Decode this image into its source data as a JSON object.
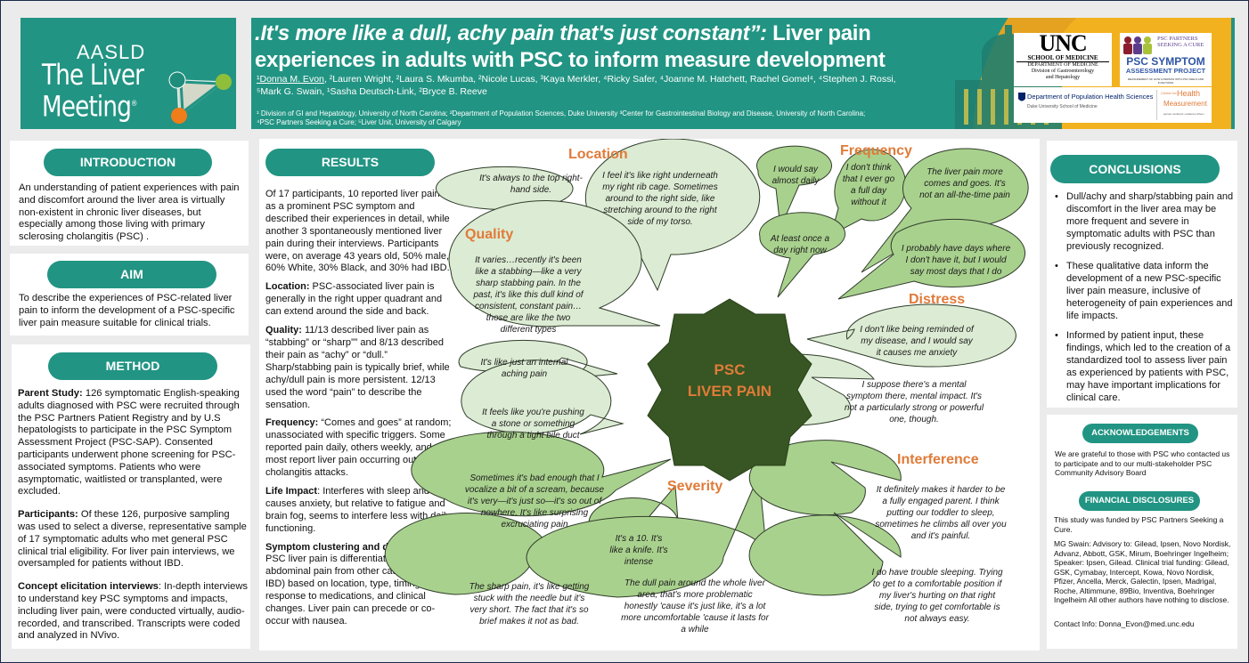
{
  "header": {
    "logo": {
      "line1": "AASLD",
      "line2": "The Liver",
      "line3": "Meeting",
      "reg": "®"
    },
    "title_italic": ".It's more like a dull, achy pain that's just constant”:",
    "title_rest": " Liver pain experiences in adults with PSC to inform measure development",
    "authors_first": "¹Donna M. Evon",
    "authors_rest": ", ²Lauren Wright, ²Laura S. Mkumba, ²Nicole Lucas, ³Kaya Merkler, ⁴Ricky Safer, ⁴Joanne M. Hatchett, Rachel Gomel⁴, ⁴Stephen J. Rossi, ⁵Mark G. Swain, ¹Sasha Deutsch-Link, ²Bryce B. Reeve",
    "affiliations": "¹ Division of GI and Hepatology, University of North Carolina; ²Department of Population Sciences, Duke University ³Center for Gastrointestinal Biology and Disease, University of North Carolina; ⁴PSC Partners Seeking a Cure; ⁵Liver Unit, University of Calgary",
    "partner_logos": {
      "unc": {
        "big": "UNC",
        "line1": "SCHOOL OF MEDICINE",
        "line2": "DEPARTMENT OF MEDICINE",
        "line3": "Division of Gastroenterology",
        "line4": "and Hepatology"
      },
      "psc": {
        "line1": "PSC PARTNERS",
        "line2": "SEEKING A CURE",
        "line3": "PSC SYMPTOM",
        "line4": "ASSESSMENT PROJECT",
        "tagline": "MEASUREMENT OF HOW A PERSON WITH PSC FEELS AND FUNCTIONS"
      },
      "duke": {
        "line1": "Department of Population Health Sciences",
        "line2": "Duke University School of Medicine"
      },
      "chm": {
        "line1": "Center for",
        "line2": "Health",
        "line3": "Measurement",
        "tagline": "person centered • evidence driven"
      }
    }
  },
  "introduction": {
    "heading": "INTRODUCTION",
    "text": "An understanding of patient experiences with pain and discomfort around the liver area is virtually non-existent in chronic liver diseases, but especially among those living with primary sclerosing cholangitis (PSC) ."
  },
  "aim": {
    "heading": "AIM",
    "text": "To describe the experiences of PSC-related liver pain to inform the development of a PSC-specific liver pain measure suitable for clinical trials."
  },
  "method": {
    "heading": "METHOD",
    "paragraphs": [
      {
        "label": "Parent Study:",
        "text": " 126 symptomatic English-speaking adults diagnosed with PSC were recruited through the PSC Partners Patient Registry and by U.S hepatologists to participate in the PSC Symptom Assessment Project (PSC-SAP). Consented participants underwent phone screening for PSC-associated symptoms. Patients who were asymptomatic, waitlisted or transplanted, were excluded."
      },
      {
        "label": "Participants:",
        "text": " Of these 126, purposive sampling was used to select a diverse, representative sample of 17 symptomatic adults who met general PSC clinical trial eligibility. For liver pain interviews, we oversampled for patients without IBD."
      },
      {
        "label": "Concept elicitation interviews",
        "text": ": In-depth interviews to understand key PSC symptoms and impacts, including liver pain, were conducted virtually, audio-recorded, and transcribed. Transcripts were coded and analyzed in NVivo."
      }
    ]
  },
  "results": {
    "heading": "RESULTS",
    "intro": "Of 17 participants, 10 reported liver pain as a prominent PSC symptom and described their experiences in detail, while another 3 spontaneously mentioned liver pain during their interviews. Participants were, on average 43 years old, 50% male, 60% White, 30% Black, and 30% had IBD.",
    "paragraphs": [
      {
        "label": "Location:",
        "text": " PSC-associated liver pain is generally in the right upper quadrant and can extend around the side and back."
      },
      {
        "label": "Quality:",
        "text": " 11/13 described liver pain as “stabbing” or “sharp”” and 8/13 described their pain as “achy” or “dull.” Sharp/stabbing pain is typically brief, while achy/dull pain is more persistent. 12/13 used the word “pain” to describe the sensation."
      },
      {
        "label": "Frequency:",
        "text": " “Comes and goes” at random; unassociated with specific triggers. Some reported pain daily, others weekly, and most report liver pain occurring outside of cholangitis attacks."
      },
      {
        "label": "Life Impact",
        "text": ": Interferes with sleep and causes anxiety, but relative to fatigue and brain fog, seems to interfere less with daily functioning."
      },
      {
        "label": "Symptom clustering and differentiation",
        "text": " PSC liver pain is differentiated from abdominal pain from other causes (e.g., IBD) based on location, type, timing, response to medications, and clinical changes. Liver pain can precede or co-occur with nausea."
      }
    ]
  },
  "diagram": {
    "center_line1": "PSC",
    "center_line2": "LIVER PAIN",
    "categories": {
      "location": "Location",
      "quality": "Quality",
      "frequency": "Frequency",
      "distress": "Distress",
      "severity": "Severity",
      "interference": "Interference"
    },
    "quotes": {
      "loc1": "It's always to the top right-hand side.",
      "loc2": "I feel it's like right underneath my right rib cage. Sometimes around to the right side, like stretching around to the right side of my torso.",
      "qual1": "It varies…recently it's been like a stabbing—like a very sharp stabbing pain. In the past, it's like this dull kind of consistent, constant pain…those are like the two different types",
      "qual2": "It's like just an internal aching pain",
      "qual3": "It feels like you're pushing a stone or something through a tight bile duct",
      "freq1": "I would say almost daily",
      "freq2": "I don't think that I ever go a full day without it",
      "freq3": "The liver pain more comes and goes. It's not an all-the-time pain",
      "freq4": "At least once a day right now",
      "freq5": "I probably have days where I don't have it, but I would say most days that I do",
      "dist1": "I don't like being reminded of my disease, and I would say it causes me anxiety",
      "dist2": "I suppose there's a mental symptom there, mental impact. It's not a particularly strong or powerful one, though.",
      "sev1": "Sometimes it's bad enough that I vocalize a bit of a scream, because it's very—it's just so—it's so out of nowhere. It's like surprising excruciating pain",
      "sev2": "It's a 10. It's like a knife. It's intense",
      "sev3": "The sharp pain, it's like getting stuck with the needle but it's very short. The fact that it's so brief makes it not as bad.",
      "sev4": "The dull pain around the whole liver area, that's more problematic honestly 'cause it's just like, it's a lot more uncomfortable 'cause it lasts for a while",
      "int1": "It definitely makes it harder to be a fully engaged parent. I think putting our toddler to sleep, sometimes he climbs all over you and it's painful.",
      "int2": "I do have trouble sleeping. Trying to get to a comfortable position if my liver's hurting on that right side, trying to get comfortable is not always easy."
    },
    "colors": {
      "light_bubble": "#dcebd3",
      "mid_bubble": "#a9d18e",
      "center": "#375623",
      "category": "#e07b39"
    }
  },
  "conclusions": {
    "heading": "CONCLUSIONS",
    "bullets": [
      "Dull/achy and sharp/stabbing pain and discomfort in the liver area may be more frequent and severe in symptomatic adults with PSC than previously recognized.",
      "These qualitative data inform the development of a new PSC-specific liver pain measure, inclusive of heterogeneity of pain experiences and life impacts.",
      "Informed by patient input, these findings, which led to the creation of a standardized tool to assess liver pain as experienced by patients with PSC, may have important implications for clinical care."
    ]
  },
  "acknowledgements": {
    "heading": "ACKNOWLEDGEMENTS",
    "text": "We are grateful to those with PSC who contacted us to participate and to our multi-stakeholder PSC Community Advisory Board"
  },
  "disclosures": {
    "heading": "FINANCIAL DISCLOSURES",
    "funding": "This study was funded by PSC Partners Seeking a Cure.",
    "coi": "MG Swain: Advisory to: Gilead, Ipsen, Novo Nordisk, Advanz, Abbott, GSK, Mirum, Boehringer Ingelheim; Speaker: Ipsen, Gilead.  Clinical trial funding: Gilead, GSK, Cymabay, Intercept, Kowa, Novo Nordisk, Pfizer, Ancella, Merck, Galectin, Ipsen, Madrigal, Roche, Altimmune, 89Bio, Inventiva, Boehringer Ingelheim  All other authors have nothing to disclose.",
    "contact": "Contact Info: Donna_Evon@med.unc.edu"
  }
}
